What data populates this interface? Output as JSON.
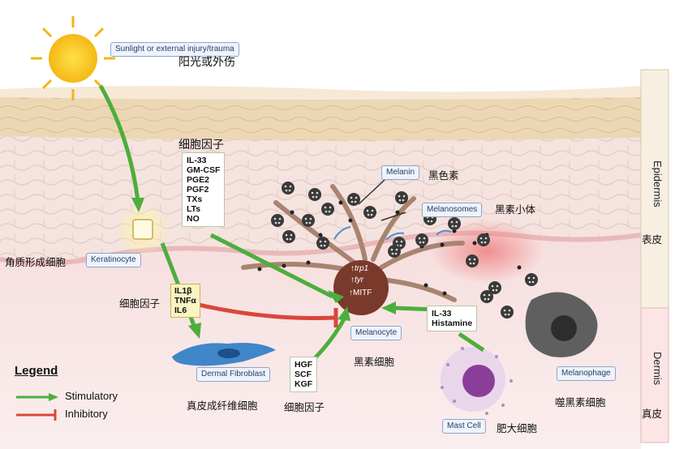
{
  "labels": {
    "sunlight": "Sunlight or\nexternal\ninjury/trauma",
    "sunlight_cn": "阳光或外伤",
    "cytokine_cn_top": "细胞因子",
    "cytokines_top": "IL-33\nGM-CSF\nPGE2\nPGF2\nTXs\nLTs\nNO",
    "keratinocyte": "Keratinocyte",
    "keratinocyte_cn": "角质形成细胞",
    "cytokine_cn_left": "细胞因子",
    "cytokines_left": "IL1β\nTNFα\nIL6",
    "melanin": "Melanin",
    "melanin_cn": "黑色素",
    "melanosomes": "Melanosomes",
    "melanosomes_cn": "黑素小体",
    "gene_trp1": "↑trp1",
    "gene_tyr": "↑tyr",
    "gene_mitf": "↑MITF",
    "melanocyte": "Melanocyte",
    "melanocyte_cn": "黑素细胞",
    "mast_cytokines": "IL-33\nHistamine",
    "fibroblast": "Dermal\nFibroblast",
    "fibroblast_cn": "真皮成纤维细胞",
    "growth_factors": "HGF\nSCF\nKGF",
    "cytokine_cn_bottom": "细胞因子",
    "mast_cell": "Mast Cell",
    "mast_cell_cn": "肥大细胞",
    "melanophage": "Melanophage",
    "melanophage_cn": "噬黑素细胞",
    "epidermis": "Epidermis",
    "epidermis_cn": "表皮",
    "dermis": "Dermis",
    "dermis_cn": "真皮"
  },
  "legend": {
    "title": "Legend",
    "stimulatory": "Stimulatory",
    "inhibitory": "Inhibitory"
  },
  "colors": {
    "stimulatory": "#4cae3c",
    "inhibitory": "#d9473b",
    "melanosome": "#3a3a3a",
    "label_border": "#8fa6c8"
  },
  "icons": [
    "sun-icon",
    "keratinocyte-cell",
    "melanocyte-cell",
    "fibroblast-cell",
    "mast-cell",
    "melanophage-cell",
    "melanosome-icon"
  ]
}
